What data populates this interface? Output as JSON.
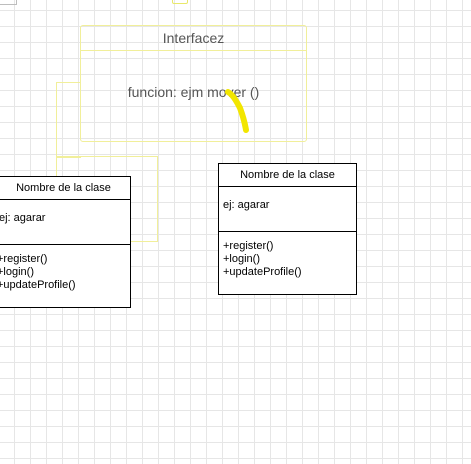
{
  "interface": {
    "title": "Interfacez",
    "body": "funcion: ejm mover ()"
  },
  "classes": [
    {
      "header": "Nombre de la clase",
      "attribute": "ej: agarar",
      "methods": [
        "+register()",
        "+login()",
        "+updateProfile()"
      ]
    },
    {
      "header": "Nombre de la clase",
      "attribute": "ej: agarar",
      "methods": [
        "+register()",
        "+login()",
        "+updateProfile()"
      ]
    }
  ],
  "colors": {
    "grid": "#e6e6e6",
    "selection": "#f1ef9a",
    "highlighter": "#f2e600",
    "border": "#000000"
  }
}
